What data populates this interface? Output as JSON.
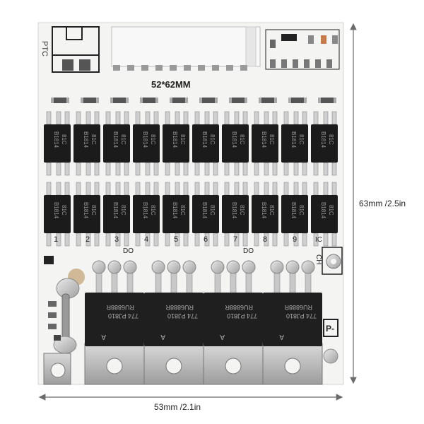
{
  "board": {
    "size_label": "52*62MM",
    "ptc_label": "PTC",
    "do_labels": [
      "DO",
      "DO"
    ],
    "ch_label": "CH",
    "p_label": "P-",
    "ic_label": "IC",
    "cell_numbers": [
      "1",
      "2",
      "3",
      "4",
      "5",
      "6",
      "7",
      "8",
      "9"
    ],
    "mosfet_marking_line1": "B1814",
    "mosfet_marking_line2": "81C",
    "power_fet_label_1": "RU6888R",
    "power_fet_label_2": "774 PJ810",
    "power_fet_mark": "A"
  },
  "dimensions": {
    "width_label": "53mm /2.1in",
    "height_label": "63mm /2.5in"
  },
  "colors": {
    "pcb": "#f4f4f2",
    "chip": "#1b1b1b",
    "metal": "#b9b9b9",
    "dimension_line": "#6b6b6b"
  }
}
